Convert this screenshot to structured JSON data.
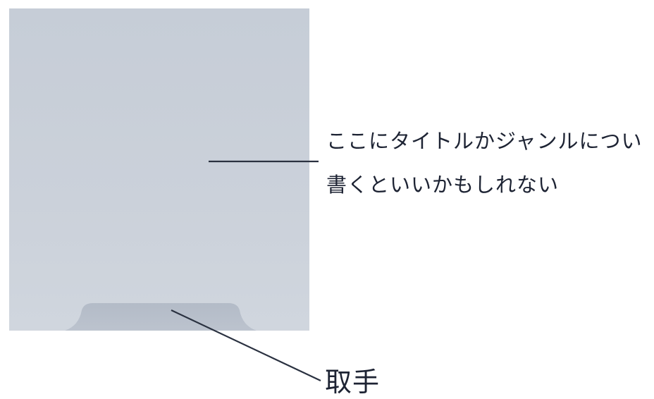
{
  "labels": {
    "title_note_line1": "ここにタイトルかジャンルについ",
    "title_note_line2": "書くといいかもしれない",
    "handle": "取手"
  },
  "colors": {
    "panel_top": "#c7ced8",
    "panel_bottom": "#cfd5de",
    "handle_tab": "#b7bfcb",
    "leader_line": "#2a3140",
    "text": "#1d2333"
  }
}
